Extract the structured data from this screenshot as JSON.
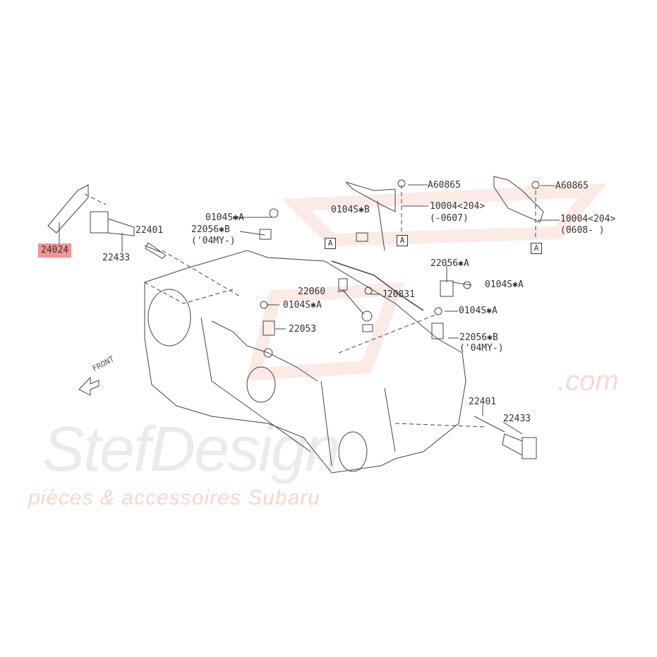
{
  "watermark": {
    "brand": "StefDesign",
    "domain": ".com",
    "tagline": "pièces & accessoires Subaru"
  },
  "front_label": "FRONT",
  "ref_marker": "A",
  "highlight_color": "#f59292",
  "parts": {
    "coil_bracket": "24024",
    "coil_left": "22433",
    "plug_left": "22401",
    "bolt_cam_left": "0104S✱A",
    "cam_sensor_left": "22056✱B",
    "cam_sensor_left_note": "('04MY-)",
    "bolt_bracket": "0104S✱B",
    "a60865_1": "A60865",
    "harness_1": "10004<204>",
    "harness_1_note": "(-0607)",
    "a60865_2": "A60865",
    "harness_2": "10004<204>",
    "harness_2_note": "(0608- )",
    "cam_sensor_right_a": "22056✱A",
    "bolt_cam_right_a": "0104S✱A",
    "knock_sensor": "22060",
    "knock_bolt": "J20831",
    "bolt_crank": "0104S✱A",
    "bolt_cam_right_b": "0104S✱A",
    "crank_sensor": "22053",
    "cam_sensor_right_b": "22056✱B",
    "cam_sensor_right_b_note": "('04MY-)",
    "plug_right": "22401",
    "coil_right": "22433"
  }
}
